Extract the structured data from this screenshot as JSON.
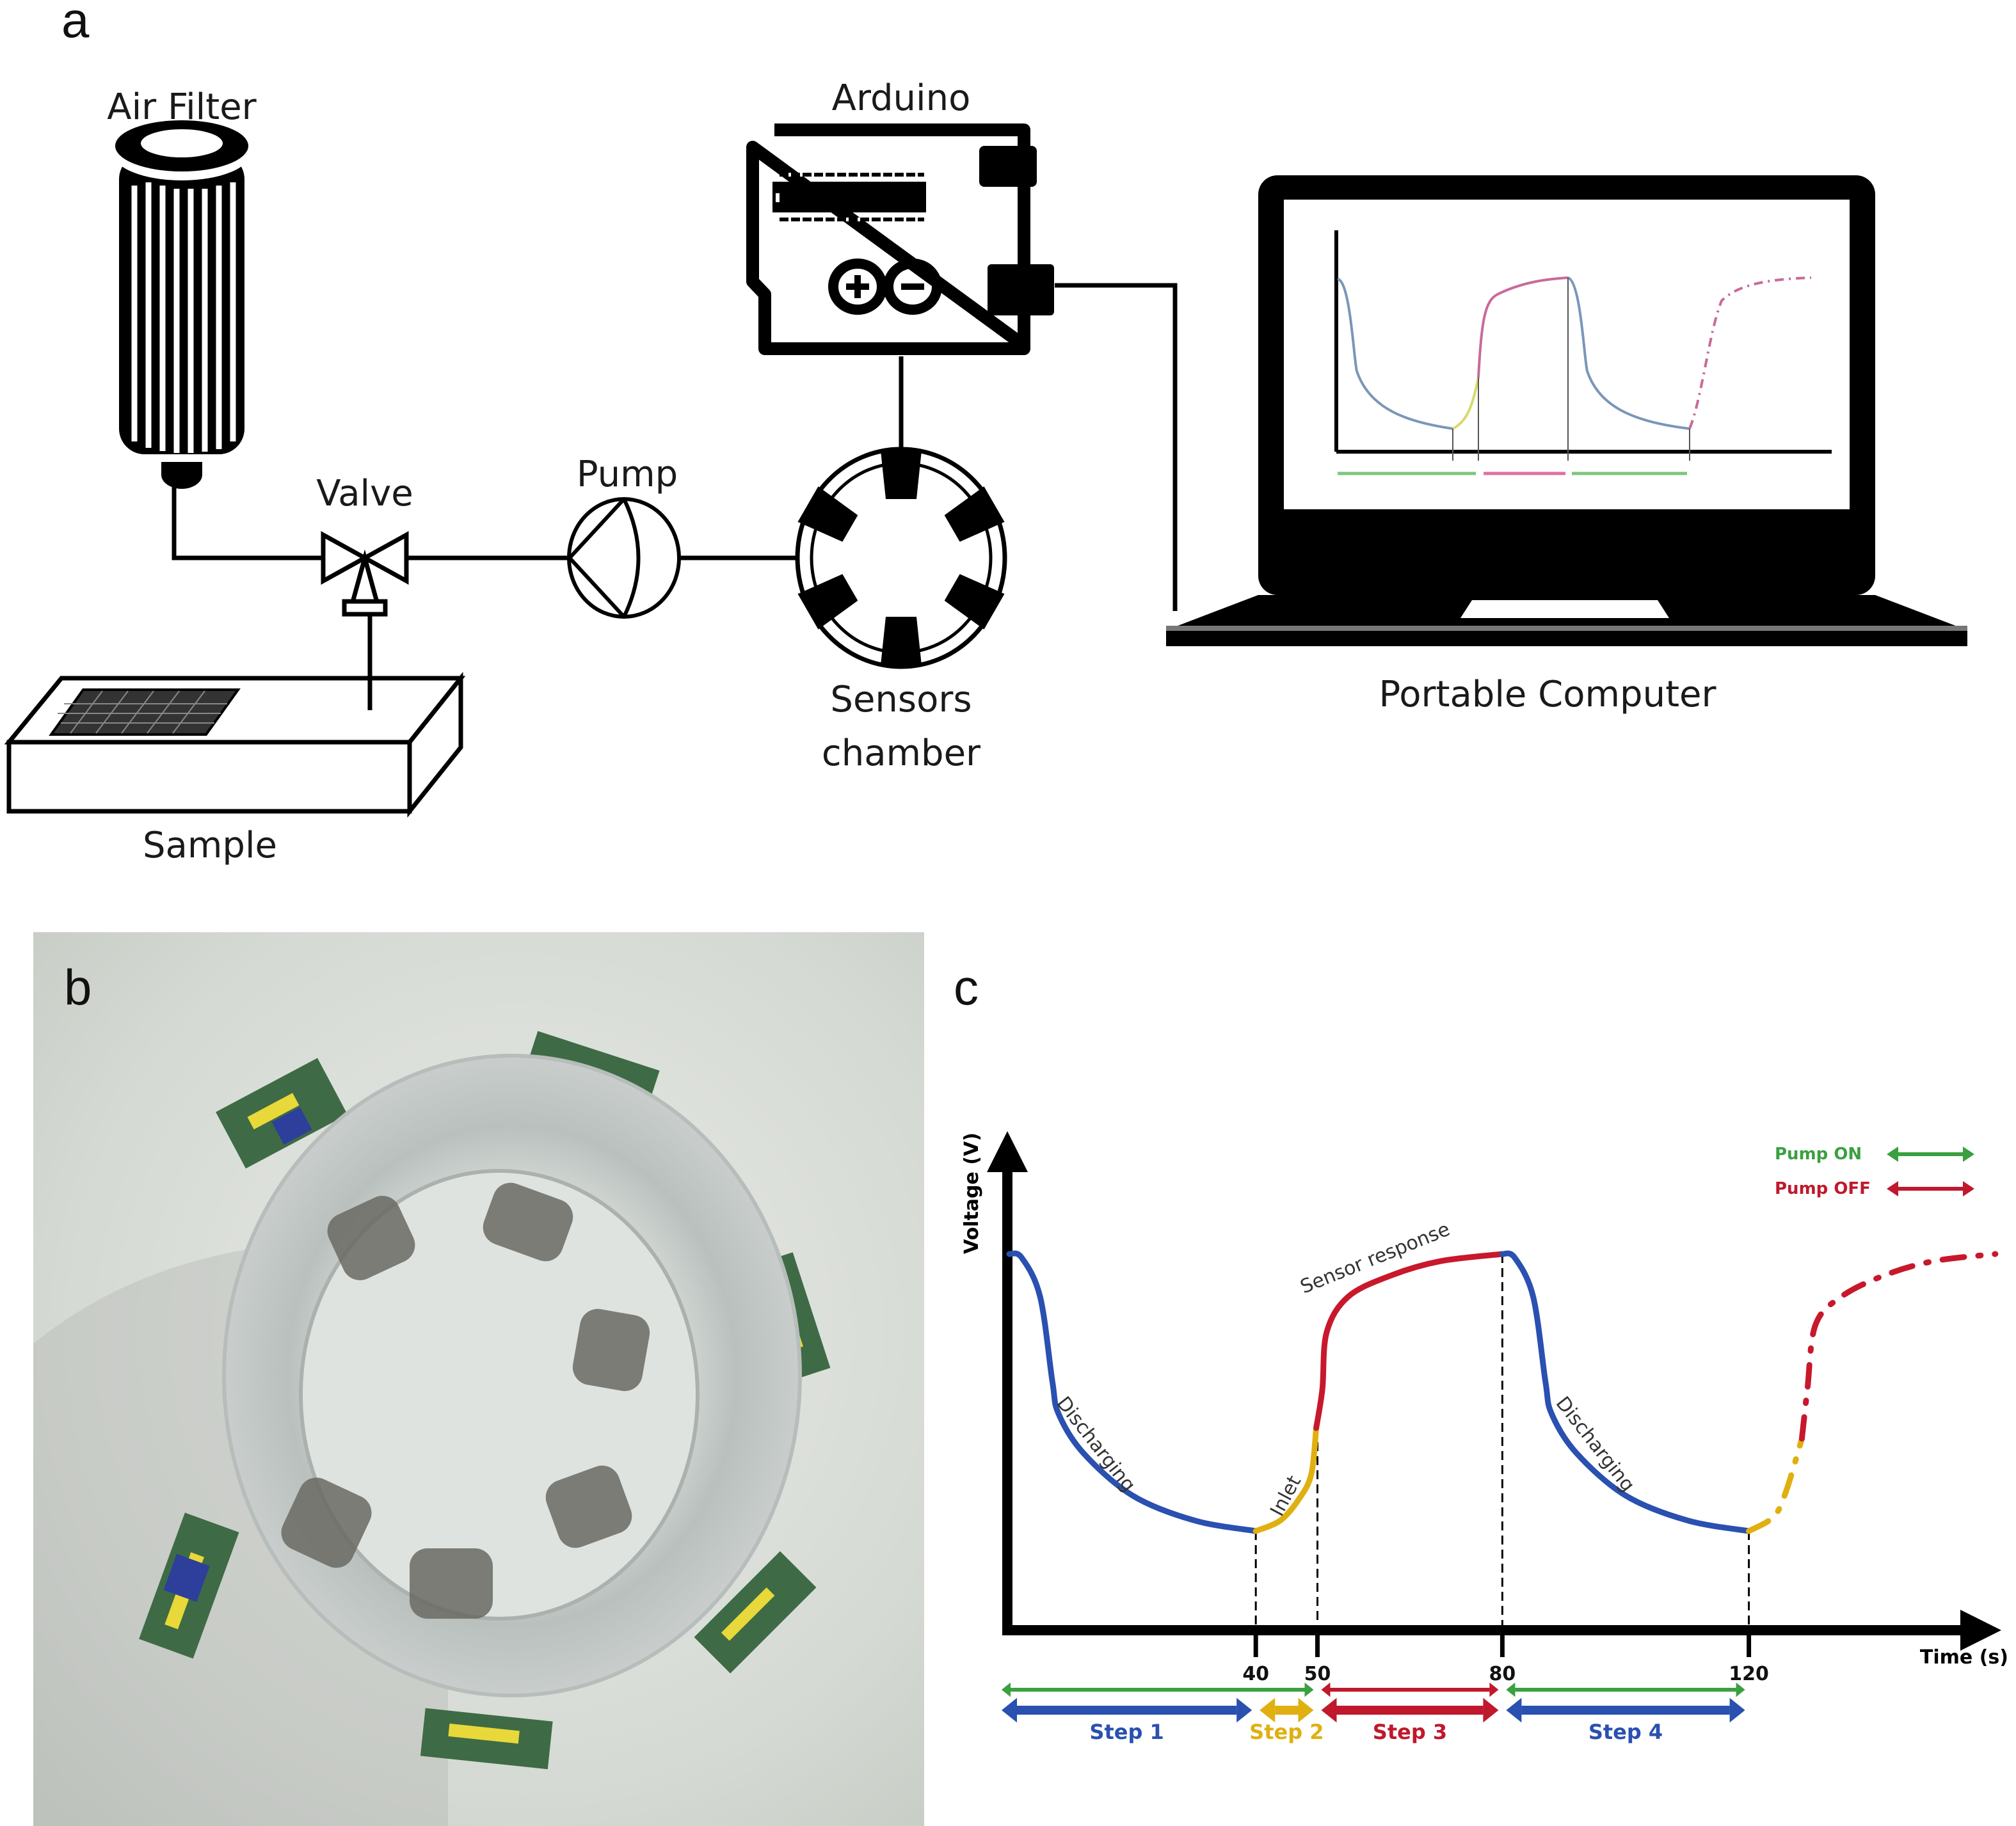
{
  "figure": {
    "panel_labels": {
      "a": "a",
      "b": "b",
      "c": "c"
    }
  },
  "panel_a": {
    "components": {
      "air_filter": "Air Filter",
      "valve": "Valve",
      "pump": "Pump",
      "sample": "Sample",
      "sensors_chamber_line1": "Sensors",
      "sensors_chamber_line2": "chamber",
      "arduino": "Arduino",
      "portable_computer": "Portable Computer"
    },
    "icons": [
      "air-filter-icon",
      "valve-icon",
      "pump-icon",
      "sample-tray-icon",
      "sensor-chamber-icon",
      "arduino-board-icon",
      "arduino-logo-icon",
      "laptop-icon"
    ]
  },
  "panel_b": {
    "description_icon": "sensor-chamber-photo"
  },
  "chart_data": {
    "type": "line",
    "title": "",
    "xlabel": "Time (s)",
    "ylabel": "Voltage (V)",
    "xlim": [
      0,
      162
    ],
    "ylim": [
      0,
      1
    ],
    "x_ticks": [
      40,
      50,
      80,
      120
    ],
    "x_tick_labels": [
      "40",
      "50",
      "80",
      "120"
    ],
    "grid": false,
    "legend": {
      "placement": "top-right",
      "entries": [
        {
          "label": "Pump ON",
          "color": "#3aa040"
        },
        {
          "label": "Pump OFF",
          "color": "#c0182c"
        }
      ]
    },
    "series": [
      {
        "name": "Discharging (step 1)",
        "color": "#2a50b0",
        "style": "solid",
        "points": [
          [
            0,
            1.0
          ],
          [
            2,
            0.99
          ],
          [
            5,
            0.88
          ],
          [
            7,
            0.64
          ],
          [
            8,
            0.55
          ],
          [
            12,
            0.44
          ],
          [
            20,
            0.32
          ],
          [
            30,
            0.25
          ],
          [
            40,
            0.22
          ]
        ]
      },
      {
        "name": "Inlet (step 2)",
        "color": "#e0b010",
        "style": "solid",
        "points": [
          [
            40,
            0.22
          ],
          [
            44,
            0.25
          ],
          [
            47,
            0.31
          ],
          [
            49,
            0.38
          ],
          [
            49.8,
            0.51
          ]
        ]
      },
      {
        "name": "Sensor response (step 3)",
        "color": "#c8182c",
        "style": "solid",
        "points": [
          [
            49.8,
            0.51
          ],
          [
            50.8,
            0.62
          ],
          [
            51.5,
            0.78
          ],
          [
            55,
            0.88
          ],
          [
            62,
            0.94
          ],
          [
            70,
            0.98
          ],
          [
            80,
            1.0
          ]
        ]
      },
      {
        "name": "Discharging (step 4)",
        "color": "#2a50b0",
        "style": "solid",
        "points": [
          [
            80,
            1.0
          ],
          [
            82,
            0.99
          ],
          [
            85,
            0.88
          ],
          [
            87,
            0.64
          ],
          [
            88,
            0.55
          ],
          [
            92,
            0.44
          ],
          [
            100,
            0.32
          ],
          [
            110,
            0.25
          ],
          [
            120,
            0.22
          ]
        ]
      },
      {
        "name": "Inlet (next cycle)",
        "color": "#e0b010",
        "style": "dash-dot",
        "points": [
          [
            120,
            0.22
          ],
          [
            124,
            0.26
          ],
          [
            126,
            0.33
          ],
          [
            128.6,
            0.48
          ]
        ]
      },
      {
        "name": "Sensor response (next cycle)",
        "color": "#c8182c",
        "style": "dash-dot",
        "points": [
          [
            128.6,
            0.48
          ],
          [
            129.5,
            0.62
          ],
          [
            130.8,
            0.8
          ],
          [
            135,
            0.88
          ],
          [
            142,
            0.94
          ],
          [
            150,
            0.98
          ],
          [
            160,
            1.0
          ]
        ]
      }
    ],
    "vlines": [
      40,
      50,
      80,
      120
    ],
    "annotations": [
      {
        "text": "Discharging",
        "at_time": 14
      },
      {
        "text": "Inlet",
        "at_time": 45
      },
      {
        "text": "Sensor response",
        "at_time": 60
      },
      {
        "text": "Discharging",
        "at_time": 94
      }
    ],
    "pump_ranges": [
      {
        "state": "Pump ON",
        "from": 0,
        "to": 50,
        "color": "#3aa040"
      },
      {
        "state": "Pump OFF",
        "from": 50,
        "to": 80,
        "color": "#c0182c"
      },
      {
        "state": "Pump ON",
        "from": 80,
        "to": 120,
        "color": "#3aa040"
      }
    ],
    "steps": [
      {
        "label": "Step 1",
        "from": 0,
        "to": 40,
        "color": "#2a50b0"
      },
      {
        "label": "Step 2",
        "from": 40,
        "to": 50,
        "color": "#e0b010"
      },
      {
        "label": "Step 3",
        "from": 50,
        "to": 80,
        "color": "#c0182c"
      },
      {
        "label": "Step 4",
        "from": 80,
        "to": 120,
        "color": "#2a50b0"
      }
    ]
  }
}
